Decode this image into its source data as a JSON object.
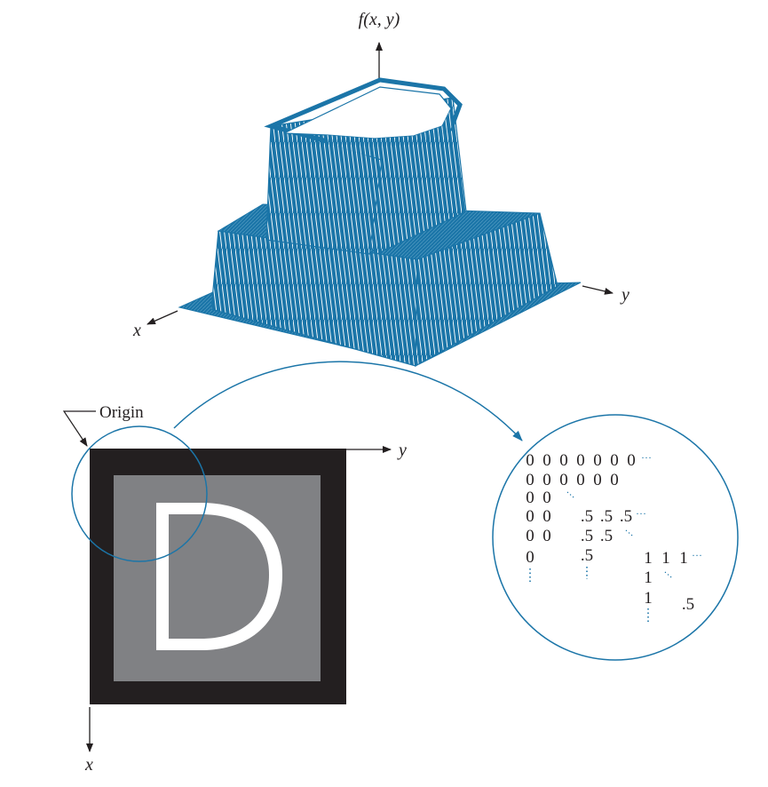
{
  "colors": {
    "surface": "#1b75a8",
    "mesh": "#ffffff",
    "ink": "#231f20",
    "image_border": "#231f20",
    "image_gray": "#808184",
    "image_letter": "#ffffff",
    "callout": "#1b75a8"
  },
  "surface_plot": {
    "z_axis_label": "f(x, y)",
    "x_axis_label": "x",
    "y_axis_label": "y",
    "levels": {
      "base": 0,
      "middle": 0.5,
      "top": 1
    }
  },
  "image_panel": {
    "origin_label": "Origin",
    "x_axis_label": "x",
    "y_axis_label": "y",
    "letter": "D",
    "intensity_levels": {
      "border": 0,
      "background": 0.5,
      "letter": 1
    }
  },
  "matrix_zoom": {
    "rows": [
      [
        "0",
        "0",
        "0",
        "0",
        "0",
        "0",
        "0"
      ],
      [
        "0",
        "0",
        "0",
        "0",
        "0",
        "0"
      ],
      [
        "0",
        "0"
      ],
      [
        "0",
        "0",
        ".5",
        ".5",
        ".5"
      ],
      [
        "0",
        "0",
        ".5",
        ".5"
      ],
      [
        "0",
        ".5",
        "1",
        "1",
        "1"
      ],
      [
        "1"
      ],
      [
        "1",
        ".5"
      ]
    ]
  }
}
